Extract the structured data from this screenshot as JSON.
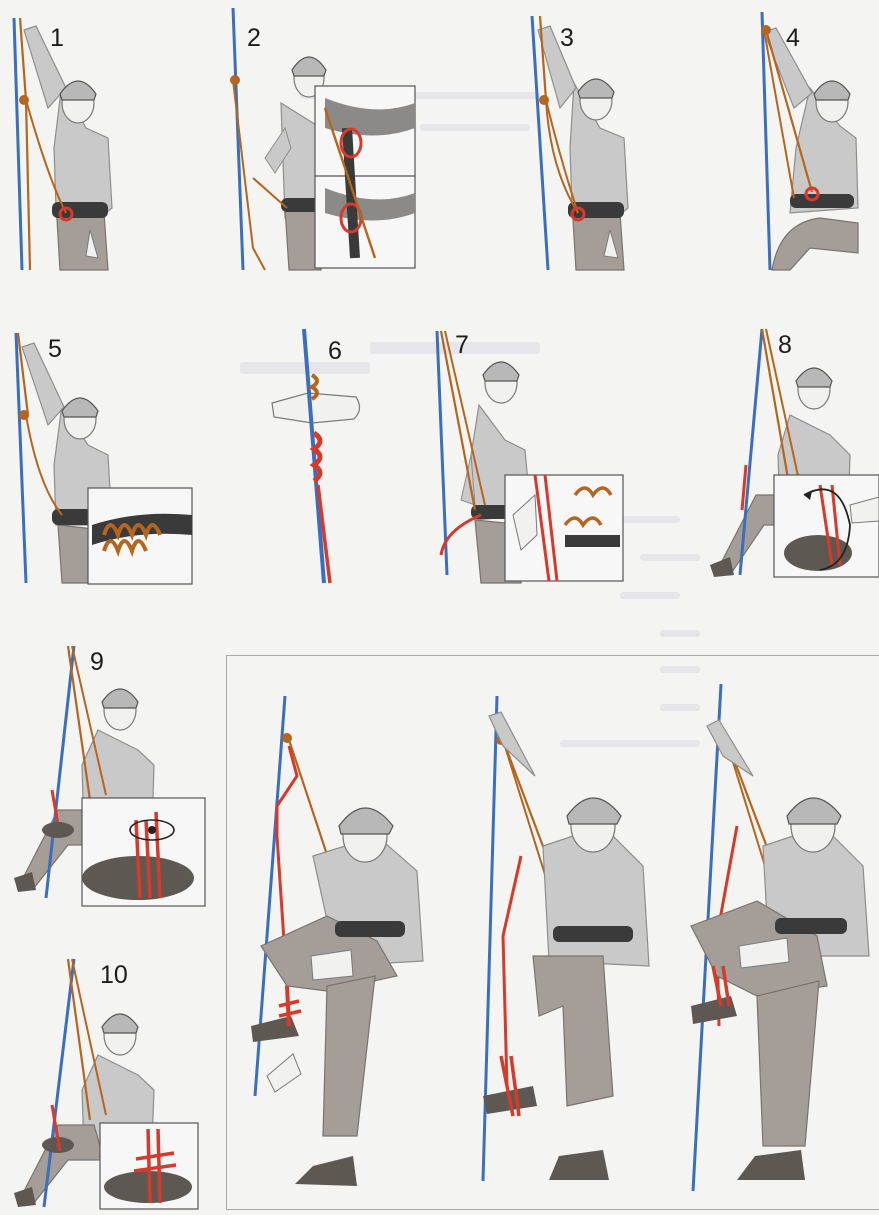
{
  "steps": [
    {
      "number": "1"
    },
    {
      "number": "2"
    },
    {
      "number": "3"
    },
    {
      "number": "4"
    },
    {
      "number": "5"
    },
    {
      "number": "6"
    },
    {
      "number": "7"
    },
    {
      "number": "8"
    },
    {
      "number": "9"
    },
    {
      "number": "10"
    }
  ],
  "colors": {
    "fixed_rope": "#3b6fbe",
    "tether_rope": "#b5651d",
    "prusik_cord": "#d63a2a",
    "clothing": "#c9c9c9",
    "trousers": "#a59e98",
    "harness": "#3a3a3a",
    "boot": "#5e5852",
    "helmet": "#b8b8b8",
    "skin": "#f1f1ef"
  },
  "icons": [
    "climber-figure",
    "harness",
    "helmet",
    "rope",
    "prusik-knot",
    "hand",
    "boot",
    "rotation-arrow"
  ]
}
